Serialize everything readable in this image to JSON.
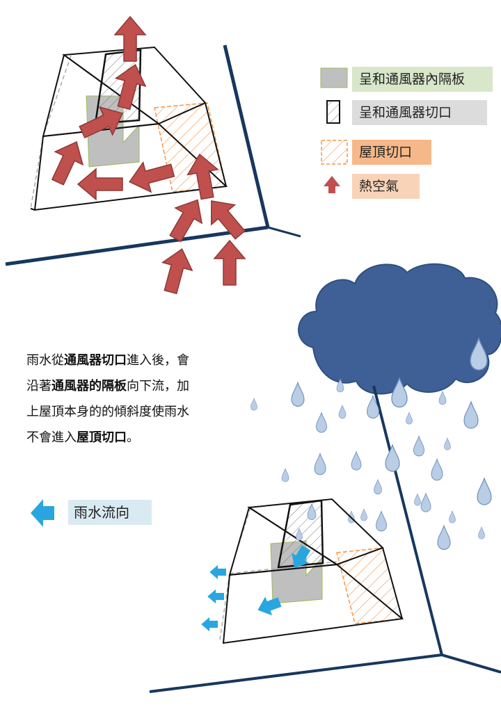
{
  "legend": [
    {
      "label": "呈和通風器內隔板"
    },
    {
      "label": "呈和通風器切口"
    },
    {
      "label": "屋頂切口"
    },
    {
      "label": "熱空氣"
    }
  ],
  "description": {
    "line1": {
      "a": "雨水從",
      "b": "通風器切口",
      "c": "進入後，會"
    },
    "line2": {
      "a": "沿著",
      "b": "通風器的隔板",
      "c": "向下流，加"
    },
    "line3": "上屋頂本身的的傾斜度使雨水",
    "line4": {
      "a": "不會進入",
      "b": "屋頂切口",
      "c": "。"
    }
  },
  "rain_legend": {
    "label": "雨水流向"
  },
  "colors": {
    "hot_air": "#c0504d",
    "rain": "#29a6e0",
    "roof_line": "#17375e",
    "cloud": "#3e6096",
    "drop": "#b9cde5",
    "panel": "#bfbfbf",
    "roof_cut": "#f79646"
  }
}
